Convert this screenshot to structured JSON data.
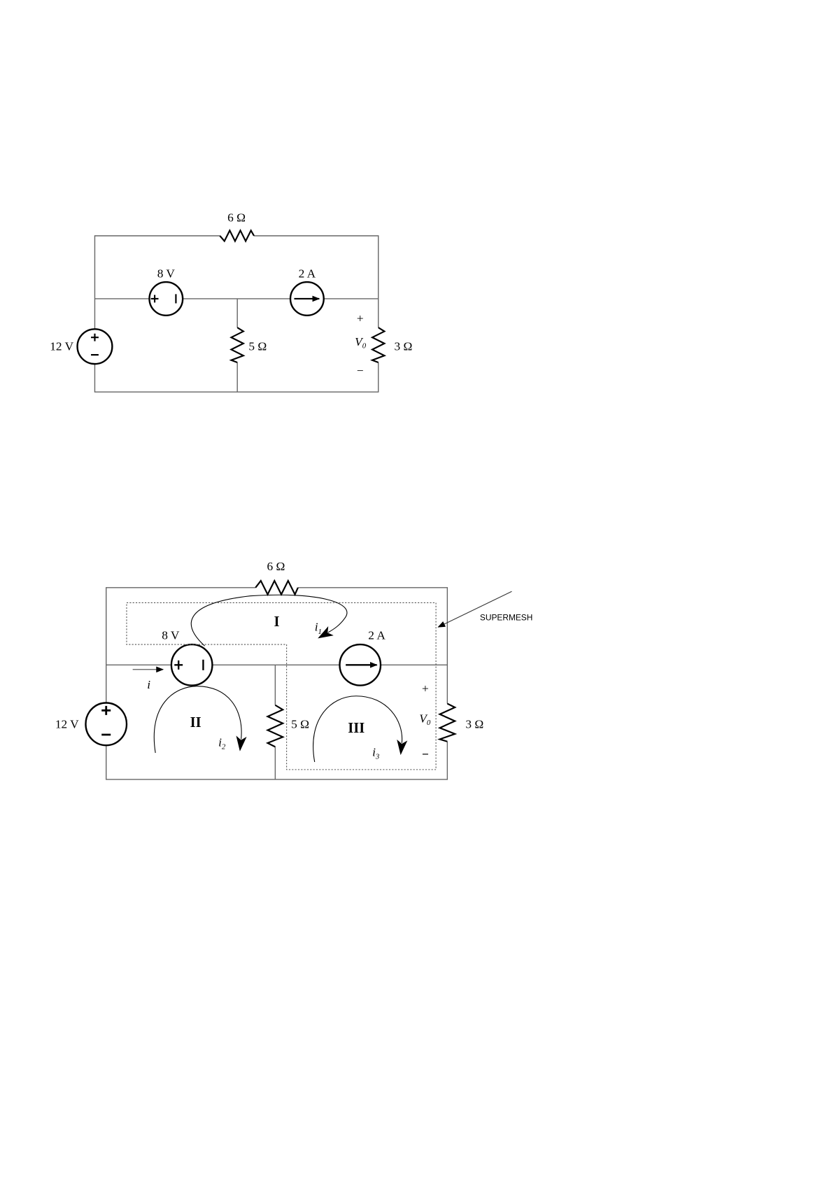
{
  "circuit_original": {
    "top_resistor": "6 Ω",
    "voltage_source_series": "8 V",
    "current_source": "2 A",
    "voltage_source_left": "12 V",
    "middle_resistor": "5 Ω",
    "right_resistor": "3 Ω",
    "vo_plus": "+",
    "vo_label": "V",
    "vo_sub": "0",
    "vo_minus": "−"
  },
  "circuit_supermesh": {
    "top_resistor": "6 Ω",
    "voltage_source_series": "8 V",
    "current_source": "2 A",
    "voltage_source_left": "12 V",
    "middle_resistor": "5 Ω",
    "right_resistor": "3 Ω",
    "vo_plus": "+",
    "vo_label": "V",
    "vo_sub": "0",
    "vo_minus": "−",
    "branch_current": "i",
    "mesh_1": "I",
    "mesh_2": "II",
    "mesh_3": "III",
    "i1": "i",
    "i1_sub": "1",
    "i2": "i",
    "i2_sub": "2",
    "i3": "i",
    "i3_sub": "3",
    "supermesh_label": "SUPERMESH"
  }
}
